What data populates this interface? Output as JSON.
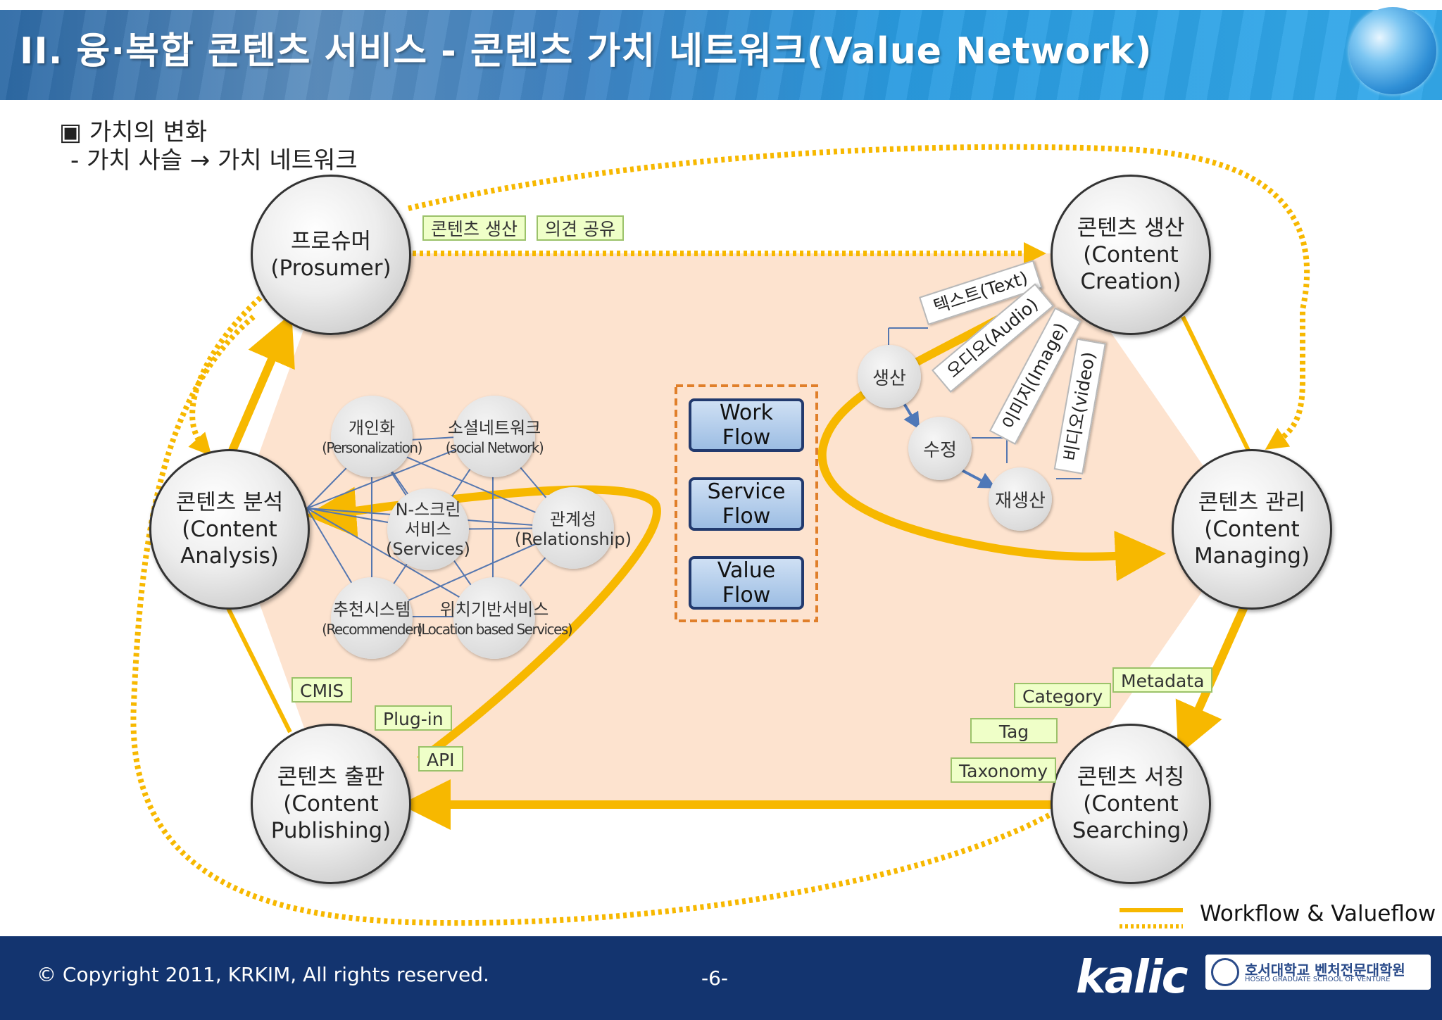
{
  "header": {
    "title": "II. 융·복합 콘텐츠 서비스 - 콘텐츠 가치 네트워크(Value Network)"
  },
  "intro": {
    "line1": "▣ 가치의 변화",
    "line2": "- 가치 사슬 → 가치 네트워크"
  },
  "nodes": {
    "prosumer": "프로슈머\n(Prosumer)",
    "creation": "콘텐츠 생산\n(Content\nCreation)",
    "analysis": "콘텐츠 분석\n(Content\nAnalysis)",
    "managing": "콘텐츠 관리\n(Content\nManaging)",
    "publishing": "콘텐츠 출판\n(Content\nPublishing)",
    "searching": "콘텐츠 서칭\n(Content\nSearching)"
  },
  "top_tags": {
    "tag1": "콘텐츠 생산",
    "tag2": "의견 공유"
  },
  "bubbles": {
    "personalization_ko": "개인화",
    "personalization_en": "(Personalization)",
    "social_ko": "소셜네트워크",
    "social_en": "(social Network)",
    "nscreen": "N-스크린\n서비스\n(Services)",
    "relationship": "관계성\n(Relationship)",
    "recommender_ko": "추천시스템",
    "recommender_en": "(Recommender)",
    "location_ko": "위치기반서비스",
    "location_en": "(Location based Services)"
  },
  "flows": {
    "work": "Work\nFlow",
    "service": "Service\nFlow",
    "value": "Value\nFlow"
  },
  "production": {
    "create": "생산",
    "edit": "수정",
    "reproduce": "재생산",
    "text": "텍스트(Text)",
    "audio": "오디오(Audio)",
    "image": "이미지(Image)",
    "video": "비디오(video)"
  },
  "left_tags": {
    "cmis": "CMIS",
    "plugin": "Plug-in",
    "api": "API"
  },
  "right_tags": {
    "metadata": "Metadata",
    "category": "Category",
    "tag": "Tag",
    "taxonomy": "Taxonomy"
  },
  "legend": {
    "label": "Workflow & Valueflow"
  },
  "footer": {
    "copyright": "© Copyright 2011,  KRKIM, All rights reserved.",
    "page": "-6-",
    "logo": "kalic",
    "school_ko": "호서대학교 벤처전문대학원",
    "school_en": "HOSEO GRADUATE SCHOOL OF VENTURE"
  },
  "colors": {
    "accent": "#f7b800",
    "background_area": "#fde3cf",
    "footer": "#13346f",
    "flow_box_border": "#e07f2a"
  }
}
